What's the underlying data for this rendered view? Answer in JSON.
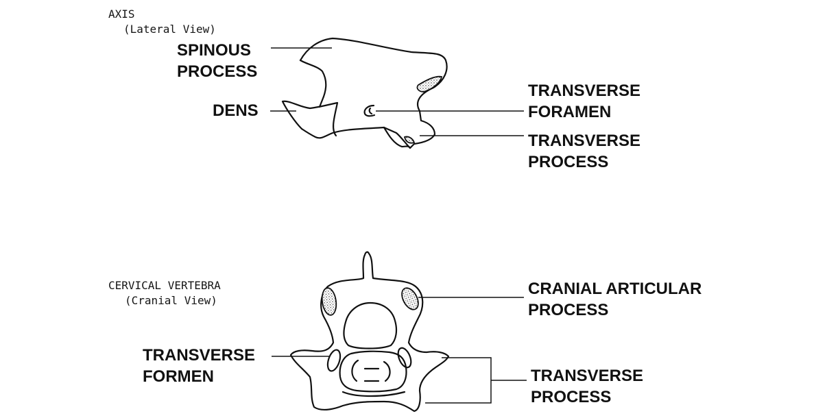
{
  "top_figure": {
    "title": "AXIS",
    "subtitle": "(Lateral View)",
    "labels": {
      "spinous_1": "SPINOUS",
      "spinous_2": "PROCESS",
      "dens": "DENS",
      "foramen_1": "TRANSVERSE",
      "foramen_2": "FORAMEN",
      "process_1": "TRANSVERSE",
      "process_2": "PROCESS"
    }
  },
  "bottom_figure": {
    "title": "CERVICAL VERTEBRA",
    "subtitle": "(Cranial View)",
    "labels": {
      "cranial_1": "CRANIAL ARTICULAR",
      "cranial_2": "PROCESS",
      "formen_1": "TRANSVERSE",
      "formen_2": "FORMEN",
      "process_1": "TRANSVERSE",
      "process_2": "PROCESS"
    }
  }
}
